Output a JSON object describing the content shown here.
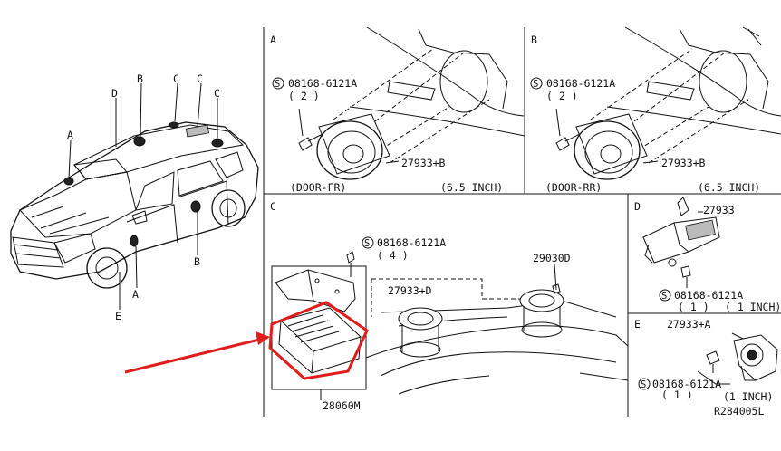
{
  "car_callouts": {
    "a": "A",
    "b_top": "B",
    "b_bottom": "B",
    "c1": "C",
    "c2": "C",
    "c3": "C",
    "d": "D",
    "e": "E"
  },
  "panel_a": {
    "letter": "A",
    "screw_symbol": "S",
    "screw_part": "08168-6121A",
    "screw_qty": "( 2 )",
    "speaker_part": "27933+B",
    "location": "(DOOR-FR)",
    "size": "(6.5 INCH)"
  },
  "panel_b": {
    "letter": "B",
    "screw_symbol": "S",
    "screw_part": "08168-6121A",
    "screw_qty": "( 2 )",
    "speaker_part": "27933+B",
    "location": "(DOOR-RR)",
    "size": "(6.5 INCH)"
  },
  "panel_c": {
    "letter": "C",
    "screw_symbol": "S",
    "screw_part": "08168-6121A",
    "screw_qty": "( 4 )",
    "speaker_part": "27933+D",
    "speaker_part_2": "29030D",
    "amp_part": "28060M"
  },
  "panel_d": {
    "letter": "D",
    "part": "27933",
    "screw_symbol": "S",
    "screw_part": "08168-6121A",
    "screw_qty": "( 1 )",
    "size": "( 1 INCH)"
  },
  "panel_e": {
    "letter": "E",
    "part": "27933+A",
    "screw_symbol": "S",
    "screw_part": "08168-6121A",
    "screw_qty": "( 1 )",
    "size": "(1 INCH)"
  },
  "diagram_code": "R284005L",
  "colors": {
    "line": "#111111",
    "highlight": "#e01c1c"
  }
}
